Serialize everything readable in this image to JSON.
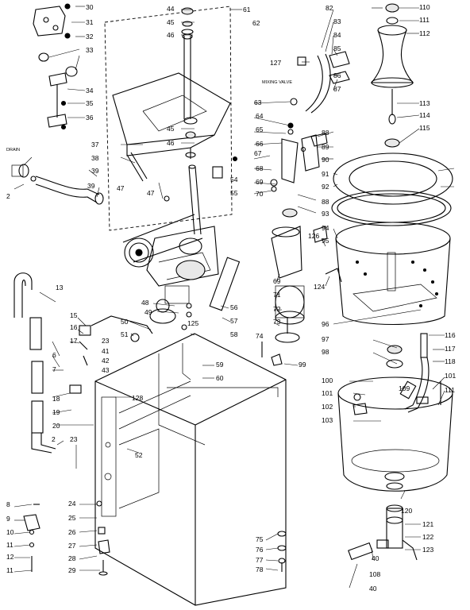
{
  "labels": {
    "n30": "30",
    "n31": "31",
    "n32": "32",
    "n33": "33",
    "n34": "34",
    "n35": "35",
    "n36": "36",
    "n44": "44",
    "n45": "45",
    "n46": "46",
    "n45b": "45",
    "n46b": "46",
    "n61": "61",
    "n62": "62",
    "n82": "82",
    "n83": "83",
    "n84": "84",
    "n85": "85",
    "n86": "86",
    "n87": "87",
    "n127": "127",
    "n63": "63",
    "n110": "110",
    "n111": "111",
    "n112": "112",
    "n113": "113",
    "n114": "114",
    "n115": "115",
    "n37": "37",
    "n38": "38",
    "n39": "39",
    "n2": "2",
    "n47": "47",
    "n67": "67",
    "n54": "54",
    "n55": "55",
    "n64": "64",
    "n65": "65",
    "n66": "66",
    "n67b": "67",
    "n68": "68",
    "n69": "69",
    "n70": "70",
    "n88": "88",
    "n89": "89",
    "n90": "90",
    "n91": "91",
    "n92": "92",
    "n93": "93",
    "n94": "94",
    "n95": "95",
    "n126": "126",
    "n124": "124",
    "n96": "96",
    "n69b": "69",
    "n71": "71",
    "n72": "72",
    "n73": "73",
    "n13": "13",
    "n48": "48",
    "n49": "49",
    "n56": "56",
    "n57": "57",
    "n58": "58",
    "n50": "50",
    "n51": "51",
    "n125": "125",
    "n59": "59",
    "n60": "60",
    "n15": "15",
    "n16": "16",
    "n23": "23",
    "n41": "41",
    "n42": "42",
    "n43": "43",
    "n17": "17",
    "n6": "6",
    "n7": "7",
    "n18": "18",
    "n19": "19",
    "n20": "20",
    "n128": "128",
    "n52": "52",
    "n74": "74",
    "n99": "99",
    "n97": "97",
    "n98": "98",
    "n100": "100",
    "n101": "101",
    "n102": "102",
    "n103": "103",
    "n109": "109",
    "n116": "116",
    "n117": "117",
    "n118": "118",
    "n101b": "101",
    "n111b": "111",
    "n120": "120",
    "n121": "121",
    "n122": "122",
    "n123": "123",
    "n108": "108",
    "n40": "40",
    "n40b": "40",
    "n2b": "2",
    "n23b": "23",
    "n8": "8",
    "n9": "9",
    "n10": "10",
    "n11": "11",
    "n12": "12",
    "n11b": "11",
    "n24": "24",
    "n25": "25",
    "n26": "26",
    "n27": "27",
    "n28": "28",
    "n29": "29",
    "n75": "75",
    "n76": "76",
    "n77": "77",
    "n78": "78",
    "n39b": "39"
  },
  "notes": {
    "drain": "DRAIN",
    "mixing_valve": "MIXING VALVE"
  }
}
